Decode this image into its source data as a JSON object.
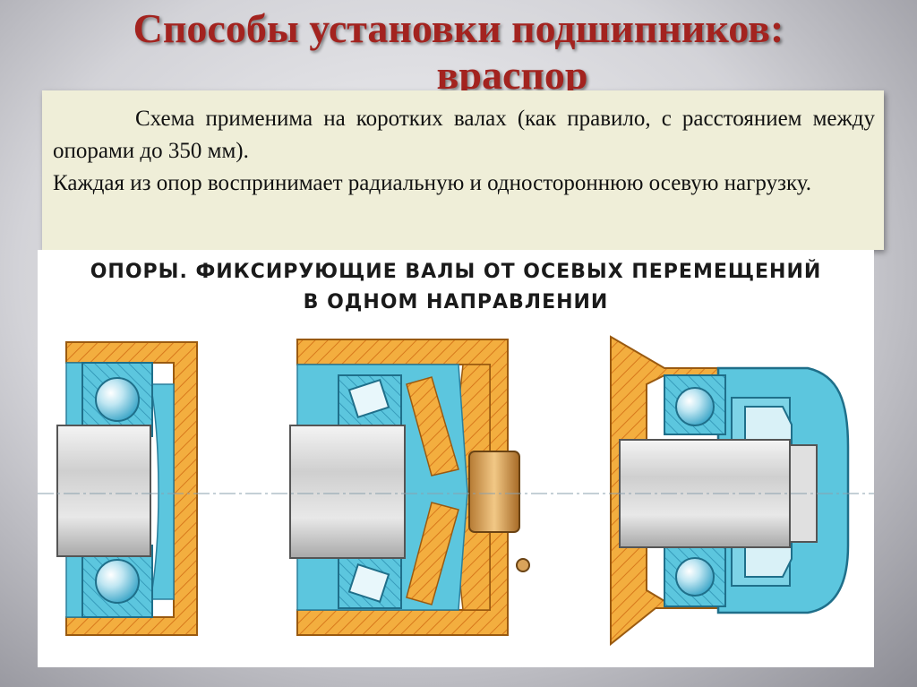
{
  "title": {
    "line1": "Способы установки подшипников:",
    "line2": "враспор"
  },
  "body": {
    "paragraph1": "Схема применима на коротких валах (как правило, с расстоянием между опорами до 350 мм).",
    "paragraph2": "Каждая из опор воспринимает  радиальную и одностороннюю осевую нагрузку."
  },
  "figure": {
    "caption_line1": "ОПОРЫ. ФИКСИРУЮЩИЕ ВАЛЫ ОТ ОСЕВЫХ ПЕРЕМЕЩЕНИЙ",
    "caption_line2": "В ОДНОМ НАПРАВЛЕНИИ",
    "colors": {
      "housing": "#f3ae3f",
      "bearing": "#5cc6de",
      "shaft": "#d6d6d6",
      "nut": "#d9a35a"
    }
  }
}
